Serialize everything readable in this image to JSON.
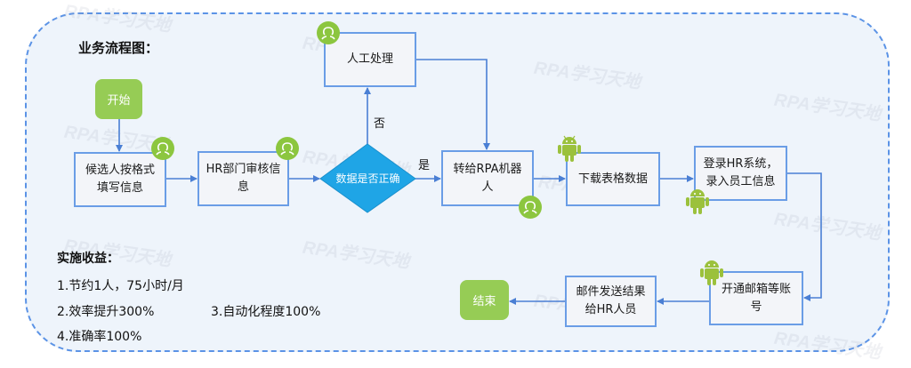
{
  "diagram": {
    "title": "业务流程图：",
    "watermark": "RPA学习天地",
    "colors": {
      "frame_border": "#5b93e6",
      "frame_fill": "#eef4fb",
      "box_border": "#6a9de6",
      "connector": "#4a7fd4",
      "terminal": "#96cc55",
      "decision": "#1fa5e6",
      "user_icon": "#8cc63f",
      "android_icon": "#9bc13c"
    },
    "nodes": {
      "start": "开始",
      "candidate_fill": "候选人按格式填写信息",
      "hr_review": "HR部门审核信息",
      "decision": "数据是否正确",
      "manual": "人工处理",
      "to_rpa": "转给RPA机器人",
      "download": "下载表格数据",
      "login_hr": "登录HR系统，录入员工信息",
      "open_email": "开通邮箱等账号",
      "send_result": "邮件发送结果给HR人员",
      "end": "结束"
    },
    "edge_labels": {
      "no": "否",
      "yes": "是"
    },
    "icons": {
      "human_step": "user-icon",
      "robot_step": "android-icon"
    }
  },
  "benefits": {
    "title": "实施收益：",
    "items": [
      "1.节约1人，75小时/月",
      "2.效率提升300%",
      "3.自动化程度100%",
      "4.准确率100%"
    ]
  }
}
